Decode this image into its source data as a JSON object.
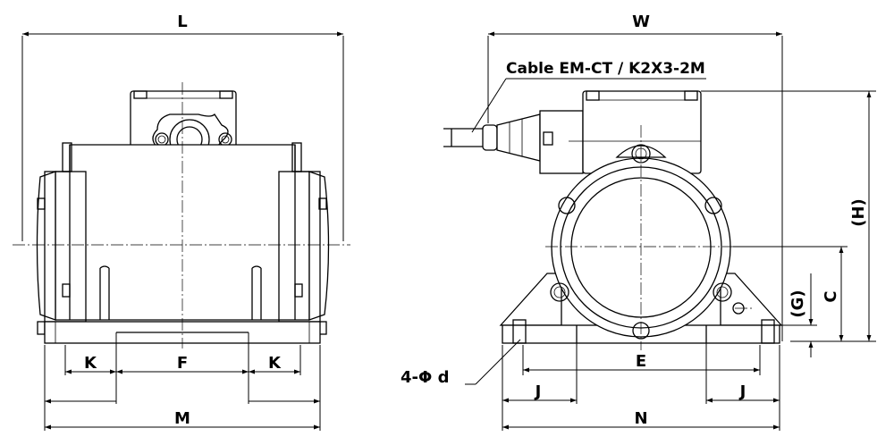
{
  "labels": {
    "L": "L",
    "W": "W",
    "M": "M",
    "N": "N",
    "F": "F",
    "E": "E",
    "K_left": "K",
    "K_right": "K",
    "J_left": "J",
    "J_right": "J",
    "C": "C",
    "G": "(G)",
    "H": "(H)",
    "hole": "4-Φ d",
    "cable": "Cable EM-CT / K2X3-2M"
  }
}
